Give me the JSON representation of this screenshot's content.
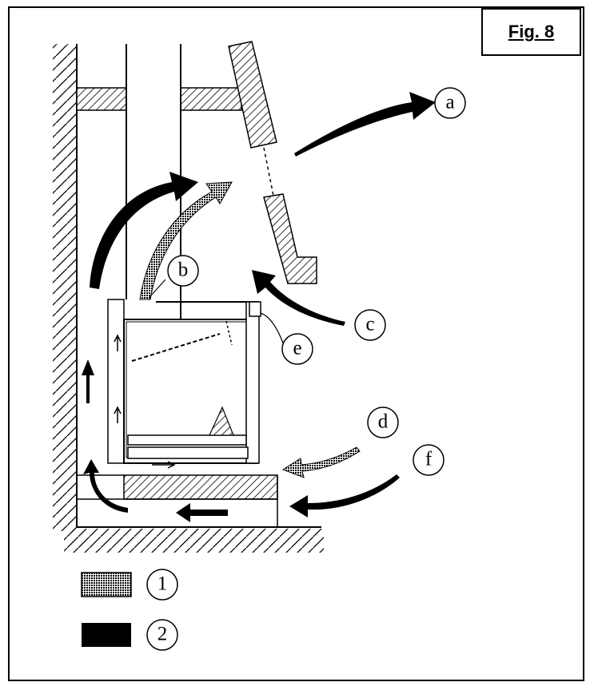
{
  "figure": {
    "title": "Fig. 8"
  },
  "callouts": {
    "a": "a",
    "b": "b",
    "c": "c",
    "d": "d",
    "e": "e",
    "f": "f"
  },
  "legend": [
    {
      "pattern": "dense-hatch",
      "label": "1"
    },
    {
      "pattern": "solid-black",
      "label": "2"
    }
  ],
  "colors": {
    "ink": "#000000",
    "paper": "#ffffff",
    "stipple": "#8a8a8a"
  }
}
